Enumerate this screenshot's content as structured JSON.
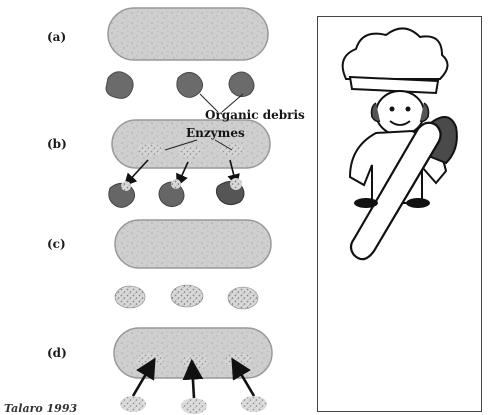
{
  "labels": {
    "step_a": "(a)",
    "step_b": "(b)",
    "step_c": "(c)",
    "step_d": "(d)",
    "organic_debris": "Organic debris",
    "enzymes": "Enzymes",
    "credit": "Talaro 1993"
  },
  "icons": {
    "bacterium": "bacterium-icon",
    "debris": "organic-debris-icon",
    "chef": "chef-cartoon-icon"
  },
  "colors": {
    "cell_fill": "#c9c9c9",
    "debris_fill": "#6e6e6e",
    "arrow": "#111111"
  }
}
